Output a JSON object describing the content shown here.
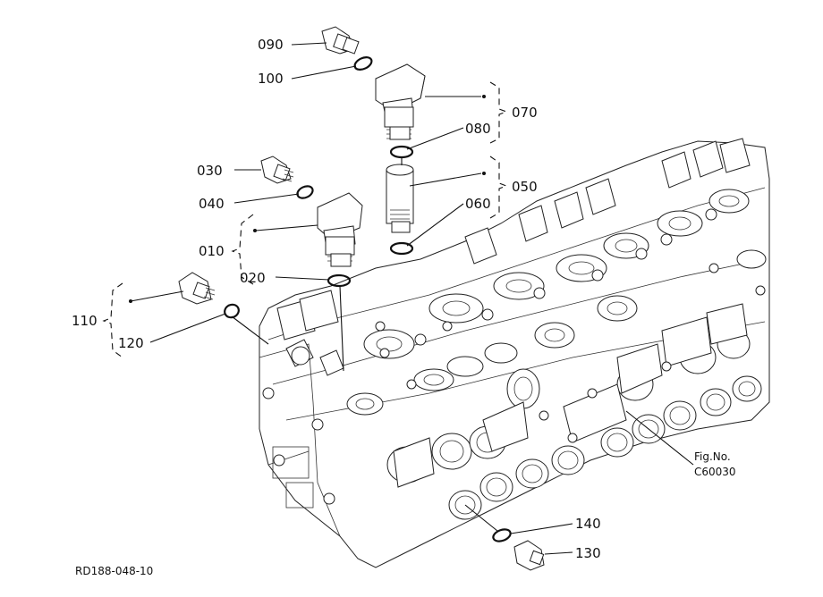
{
  "callouts": {
    "c090": "090",
    "c100": "100",
    "c070": "070",
    "c080": "080",
    "c030": "030",
    "c040": "040",
    "c050": "050",
    "c060": "060",
    "c010": "010",
    "c020": "020",
    "c110": "110",
    "c120": "120",
    "c140": "140",
    "c130": "130"
  },
  "figure": {
    "fig_label": "Fig.No.",
    "fig_number": "C60030",
    "drawing_ref": "RD188-048-10"
  }
}
